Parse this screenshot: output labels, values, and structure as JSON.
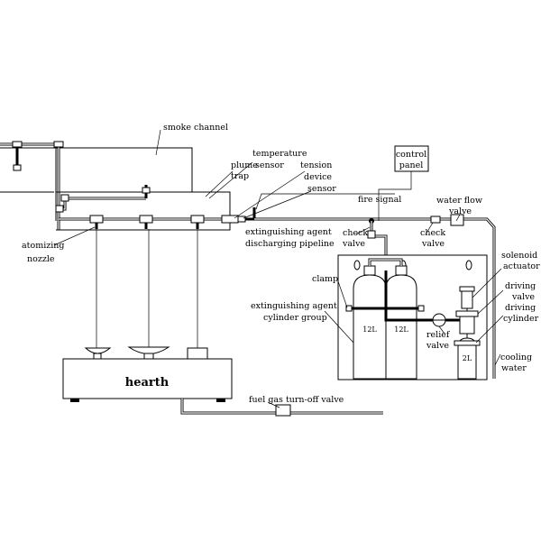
{
  "labels": {
    "smoke_channel": "smoke channel",
    "temperature": "temperature",
    "sensor": "sensor",
    "plume": "plume",
    "trap": "trap",
    "tension": "tension",
    "device": "device",
    "sensor2": "sensor",
    "control_panel_1": "control",
    "control_panel_2": "panel",
    "fire_signal": "fire signal",
    "water_flow_1": "water flow",
    "water_flow_2": "valve",
    "extinguishing_agent_1": "extinguishing agent",
    "discharging_pipeline": "discharging pipeline",
    "check_valve_left_1": "check",
    "check_valve_left_2": "valve",
    "check_valve_right_1": "check",
    "check_valve_right_2": "valve",
    "atomizing": "atomizing",
    "nozzle": "nozzle",
    "clamp": "clamp",
    "ext_cylinder_1": "extinguishing agent",
    "ext_cylinder_2": "cylinder group",
    "solenoid": "solenoid",
    "actuator": "actuator",
    "driving_valve_1": "driving",
    "driving_valve_2": "valve",
    "driving_cylinder_1": "driving",
    "driving_cylinder_2": "cylinder",
    "relief_1": "relief",
    "relief_2": "valve",
    "cooling": "cooling",
    "water": "water",
    "hearth": "hearth",
    "fuel_gas": "fuel gas turn-off valve",
    "cyl_12l_a": "12L",
    "cyl_12l_b": "12L",
    "cyl_2l": "2L"
  }
}
